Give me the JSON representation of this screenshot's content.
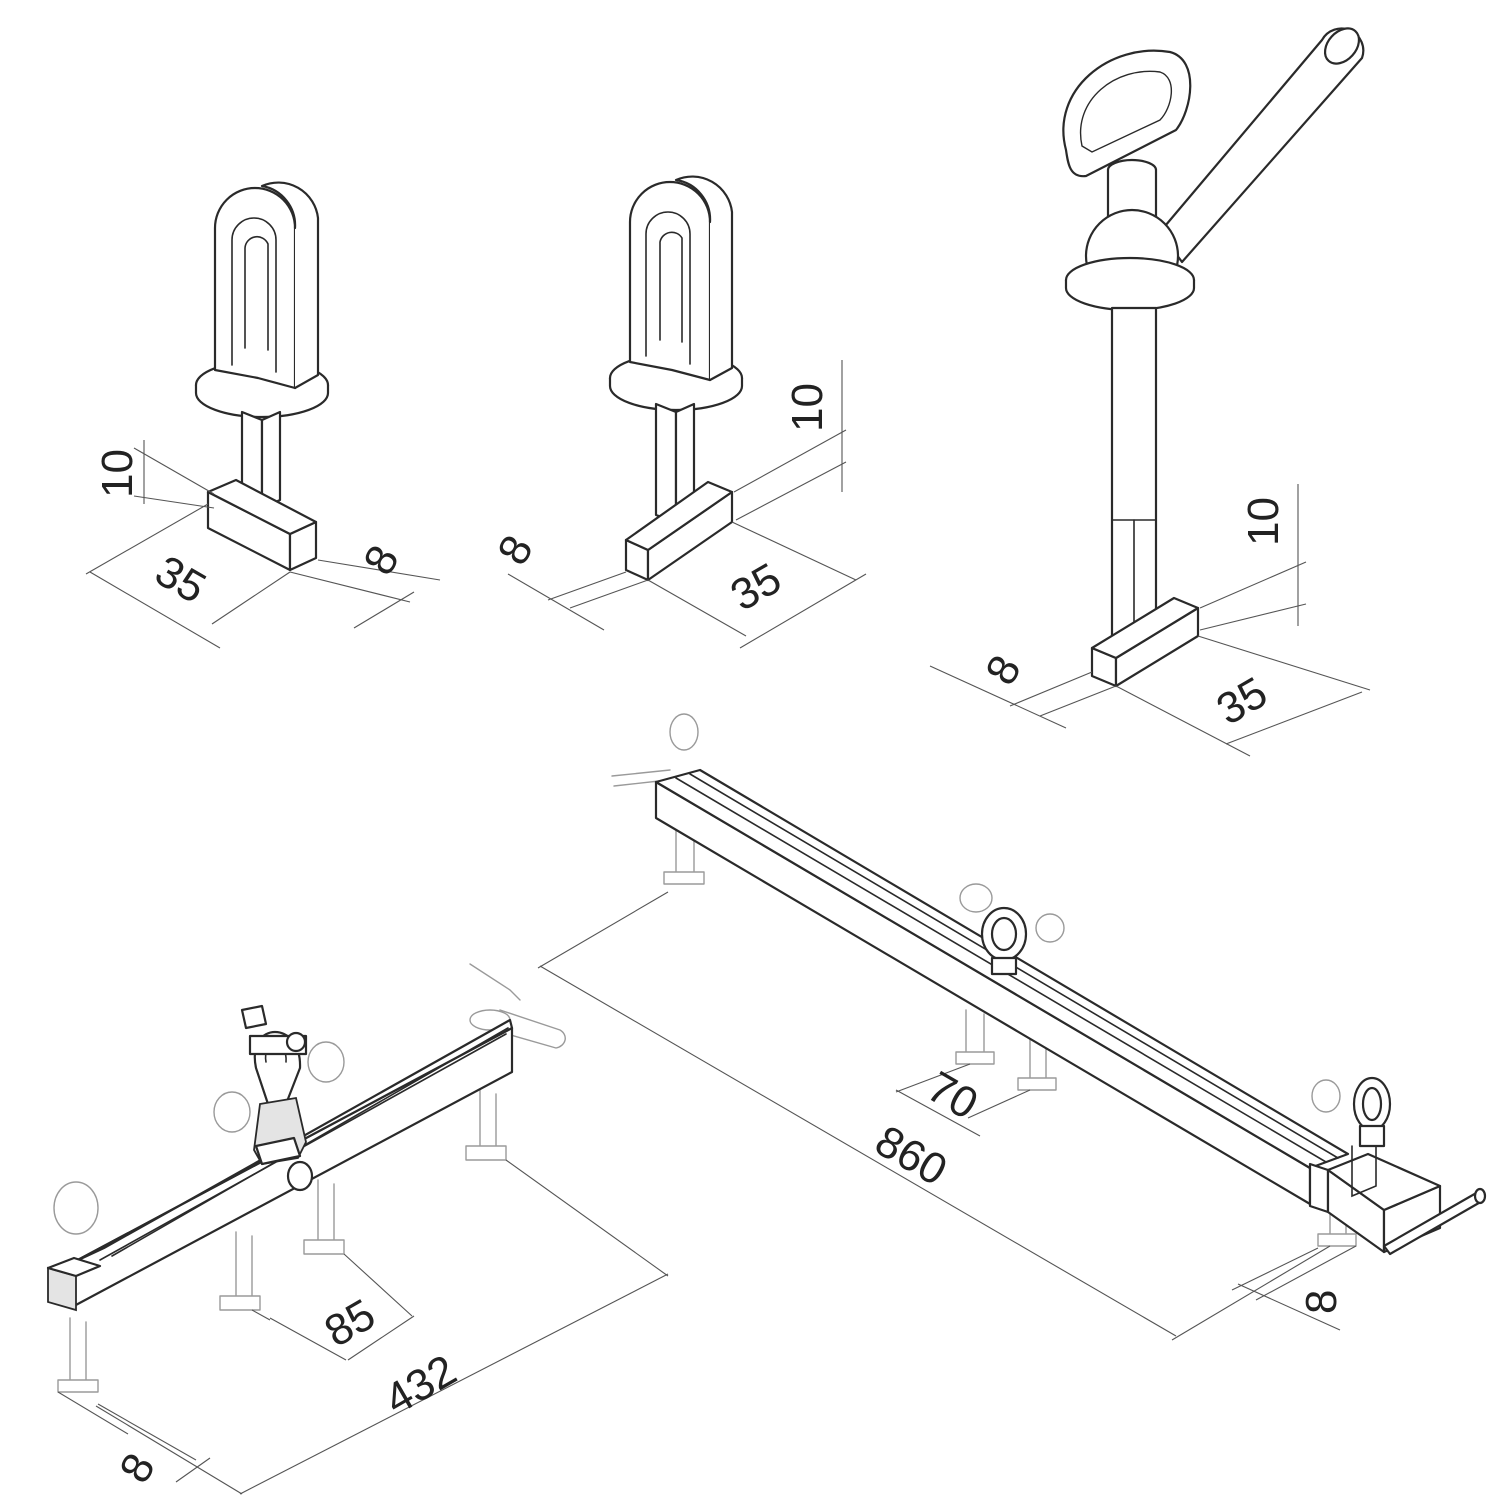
{
  "figure": {
    "dimensions": {
      "bolt_a_height": "10",
      "bolt_a_length": "35",
      "bolt_a_width": "8",
      "bolt_b_height": "10",
      "bolt_b_width": "8",
      "bolt_b_length": "35",
      "bolt_c_height": "10",
      "bolt_c_width": "8",
      "bolt_c_length": "35",
      "rail_long_spacing": "70",
      "rail_long_length": "860",
      "rail_long_width": "8",
      "rail_short_spacing": "85",
      "rail_short_length": "432",
      "rail_short_width": "8"
    },
    "colors": {
      "line": "#2a2a2a",
      "ghost": "#9a9a9a",
      "background": "#ffffff"
    }
  }
}
